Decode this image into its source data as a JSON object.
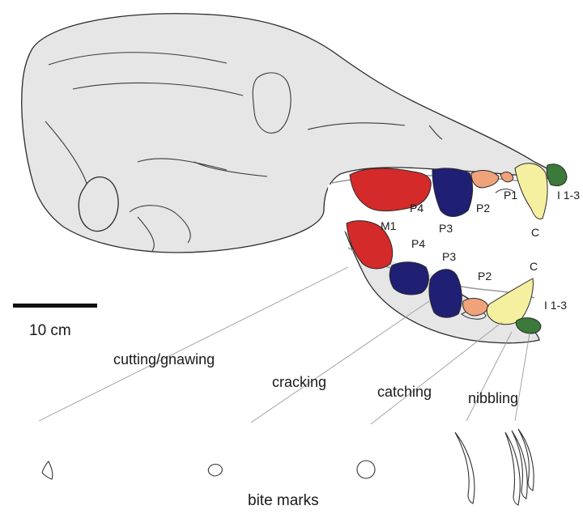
{
  "scale_bar": {
    "label": "10 cm"
  },
  "teeth_upper": {
    "incisors": "I 1-3",
    "canine": "C",
    "p1": "P1",
    "p2": "P2",
    "p3": "P3",
    "p4": "P4"
  },
  "teeth_lower": {
    "m1": "M1",
    "p4": "P4",
    "p3": "P3",
    "p2": "P2",
    "canine": "C",
    "incisors": "I 1-3"
  },
  "functions": {
    "cutting": "cutting/gnawing",
    "cracking": "cracking",
    "catching": "catching",
    "nibbling": "nibbling"
  },
  "bite_marks_label": "bite marks",
  "colors": {
    "skull": "#e6e6e6",
    "carnassial_red": "#d42a2a",
    "premolar_navy": "#1f1f73",
    "premolar_orange": "#f0a27a",
    "canine_yellow": "#f4f0a0",
    "incisor_green": "#3b7a3a"
  }
}
